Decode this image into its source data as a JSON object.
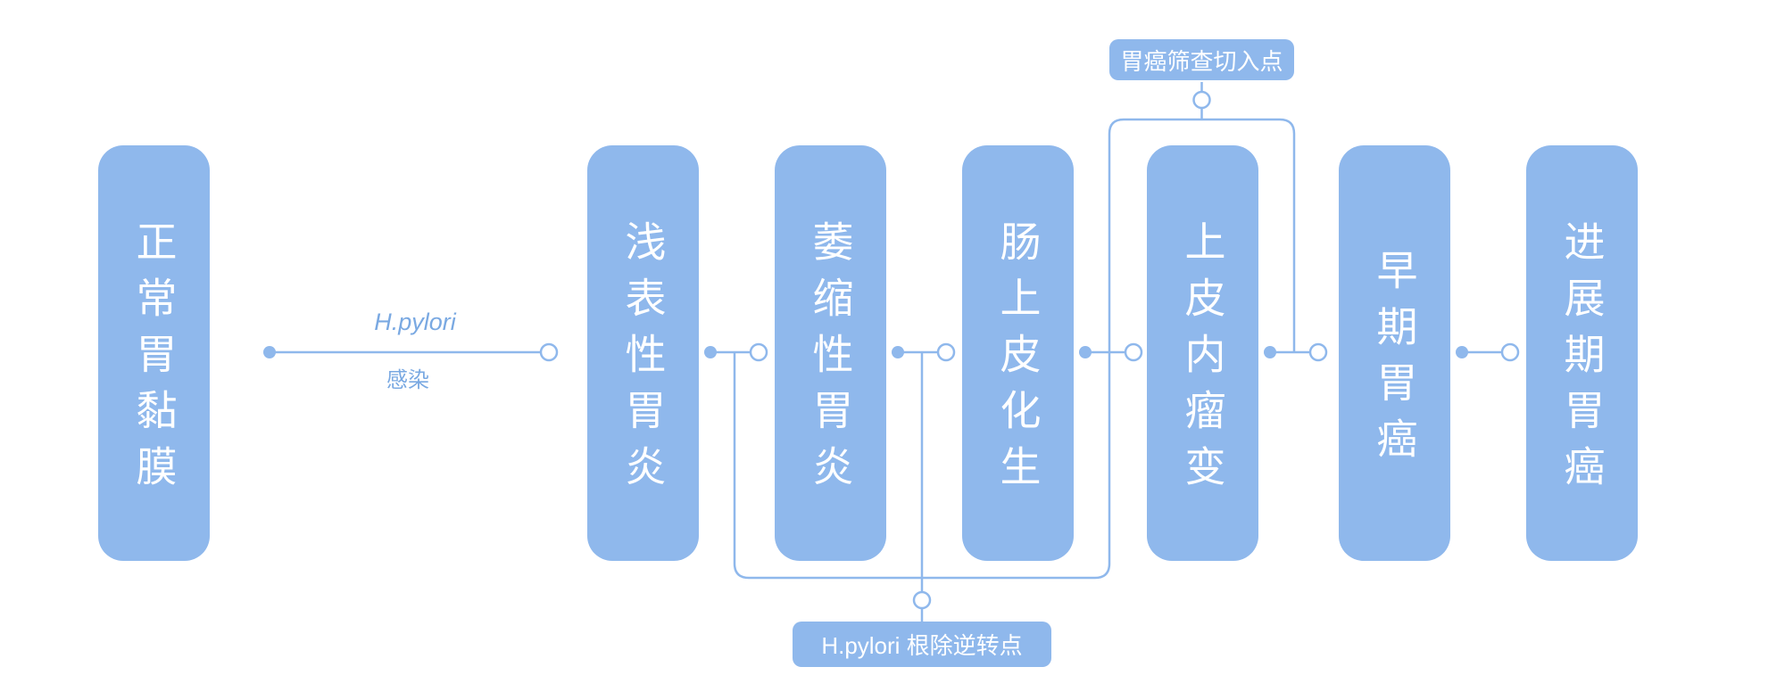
{
  "colors": {
    "accent": "#8fb8ec",
    "line": "#8fb8ec",
    "text_on_accent": "#ffffff",
    "label_text": "#7aa9e2"
  },
  "stages": [
    "正常胃黏膜",
    "浅表性胃炎",
    "萎缩性胃炎",
    "肠上皮化生",
    "上皮内瘤变",
    "早期胃癌",
    "进展期胃癌"
  ],
  "edge_label": {
    "line1": "H.pylori",
    "line2": "感染"
  },
  "callouts": {
    "screening_entry": "胃癌筛查切入点",
    "eradication_reversal": "H.pylori 根除逆转点"
  }
}
